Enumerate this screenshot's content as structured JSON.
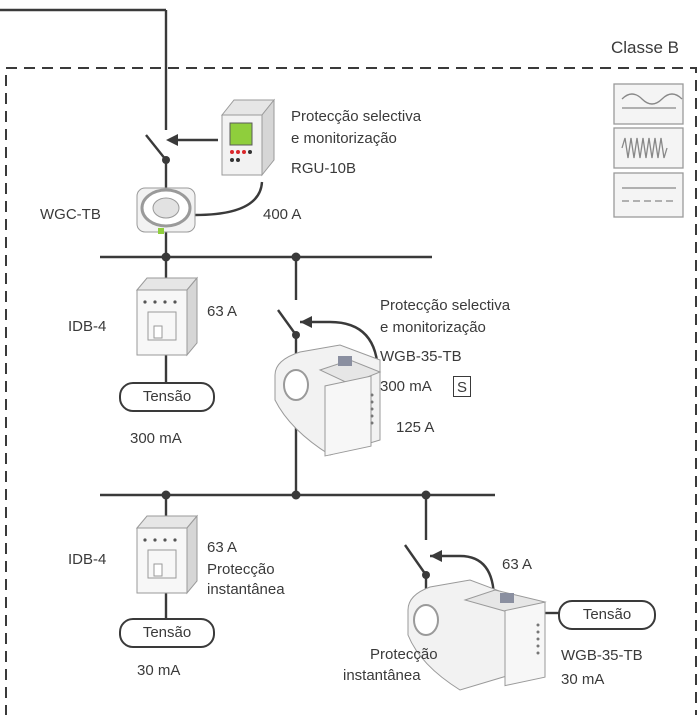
{
  "class_label": "Classe B",
  "top": {
    "desc1": "Protecção selectiva",
    "desc2": "e monitorização",
    "relay": "RGU-10B",
    "toroid": "WGC-TB",
    "current": "400 A"
  },
  "mid_left": {
    "device": "IDB-4",
    "rating": "63 A",
    "pill": "Tensão",
    "sensitivity": "300 mA"
  },
  "mid_right": {
    "desc1": "Protecção selectiva",
    "desc2": "e monitorização",
    "device": "WGB-35-TB",
    "sensitivity": "300 mA",
    "s_box": "S",
    "current": "125 A"
  },
  "bot_left": {
    "device": "IDB-4",
    "rating": "63 A",
    "desc1": "Protecção",
    "desc2": "instantânea",
    "pill": "Tensão",
    "sensitivity": "30 mA"
  },
  "bot_right": {
    "rating": "63 A",
    "pill": "Tensão",
    "desc1": "Protecção",
    "desc2": "instantânea",
    "device": "WGB-35-TB",
    "sensitivity": "30 mA"
  },
  "colors": {
    "line": "#3a3a3a",
    "device_fill": "#f2f2f2",
    "device_stroke": "#9a9a9a",
    "display_green": "#8fce3c",
    "led_red": "#d9262a"
  }
}
